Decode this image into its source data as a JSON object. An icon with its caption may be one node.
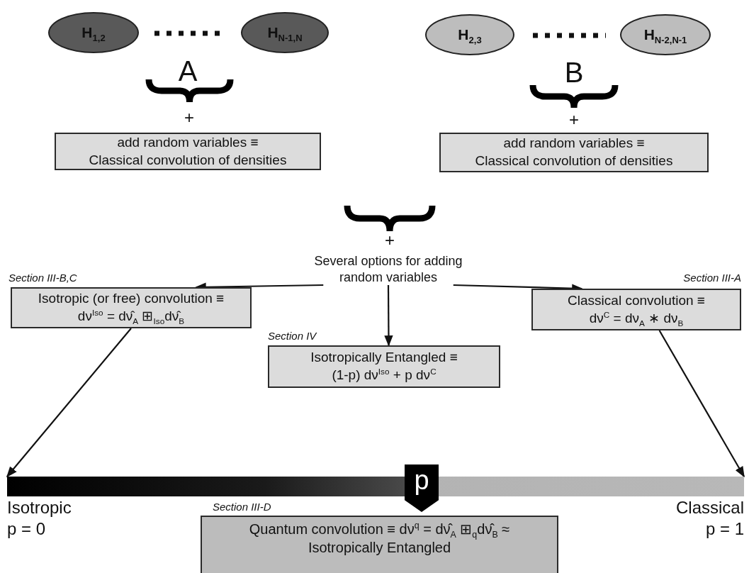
{
  "diagram": {
    "nodes": [
      {
        "text": [
          "H$_{1,2}$"
        ]
      },
      {
        "text": [
          "H$_{N-1,N}$"
        ]
      },
      {
        "text": [
          "H$_{2,3}$"
        ]
      },
      {
        "text": [
          "H$_{N-2,N-1}$"
        ]
      },
      {
        "text": [
          "add random variables ≡",
          "Classical convolution of densities"
        ]
      },
      {
        "text": [
          "add random variables ≡",
          "Classical convolution of densities"
        ]
      },
      {
        "text": [
          "Several options for adding random variables"
        ]
      },
      {
        "text": [
          "Isotropic (or free) convolution ≡",
          "dν$^{Iso}$ = dν̂$_{A}$ ⊞$_{Iso}$dν̂$_{B}$"
        ],
        "beside": [
          "Section III-B,C"
        ]
      },
      {
        "text": [
          "Isotropically Entangled ≡",
          "(1-p) dν$^{Iso}$ + p dν$^{C}$"
        ],
        "beside": [
          "Section IV"
        ]
      },
      {
        "text": [
          "Classical convolution ≡",
          "dν$^{C}$ = dν$_{A}$ ∗ dν$_{B}$"
        ],
        "beside": [
          "Section III-A"
        ]
      },
      {
        "text": [],
        "shape": "bar"
      },
      {
        "text": [
          "Quantum convolution ≡ dν$^{q}$ = dν̂$_{A}$ ⊞$_{q}$dν̂$_{B}$ ≈",
          "Isotropically Entangled"
        ],
        "beside": [
          "Section III-D"
        ]
      }
    ],
    "edges": [
      {
        "from": 6,
        "to": 7,
        "arrow": "to"
      },
      {
        "from": 6,
        "to": 8,
        "arrow": "to"
      },
      {
        "from": 6,
        "to": 9,
        "arrow": "to"
      },
      {
        "from": 7,
        "to": 10,
        "arrow": "to"
      },
      {
        "from": 9,
        "to": 10,
        "arrow": "to"
      }
    ],
    "labels": [
      "A",
      "B",
      "+",
      "+",
      "+",
      "p",
      "Isotropic",
      "p = 0",
      "Classical",
      "p = 1"
    ]
  }
}
